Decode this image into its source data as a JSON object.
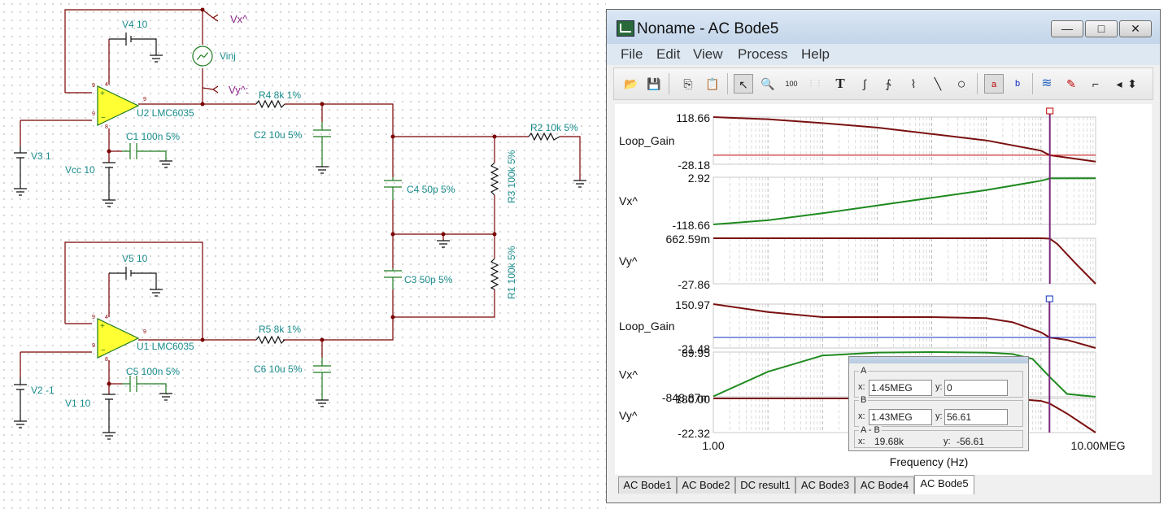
{
  "schematic": {
    "components": {
      "v4": "V4 10",
      "vinj": "Vinj",
      "vx_probe": "Vx^",
      "vy_probe": "Vy^:",
      "u2": "U2 LMC6035",
      "r4": "R4 8k 1%",
      "c1": "C1 100n 5%",
      "c2": "C2 10u 5%",
      "v3": "V3 1",
      "vcc": "Vcc 10",
      "c4": "C4 50p 5%",
      "r3": "R3 100k 5%",
      "r2": "R2 10k 5%",
      "v5": "V5 10",
      "u1": "U1 LMC6035",
      "r5": "R5 8k 1%",
      "c5": "C5 100n 5%",
      "c6": "C6 10u 5%",
      "v2": "V2 -1",
      "v1": "V1 10",
      "c3": "C3 50p 5%",
      "r1": "R1 100k 5%"
    },
    "pin_labels": {
      "p9": "9",
      "p4": "4",
      "p8": "8"
    }
  },
  "window": {
    "title": "Noname - AC Bode5",
    "controls": {
      "minimize": "—",
      "maximize": "□",
      "close": "✕"
    },
    "menu": [
      "File",
      "Edit",
      "View",
      "Process",
      "Help"
    ],
    "toolbar_icons": [
      "open-folder-icon",
      "save-disk-icon",
      "copy-icon",
      "paste-icon",
      "select-arrow-icon",
      "zoom-in-icon",
      "zoom-100-icon",
      "grid-icon",
      "text-tool-icon",
      "curve-tool-icon",
      "curve-tool-2-icon",
      "curve-tool-3-icon",
      "line-tool-icon",
      "circle-tool-icon",
      "cursor-a-icon",
      "cursor-b-icon",
      "waveform-icon",
      "probe-icon",
      "step-icon",
      "scroll-left-icon",
      "scroll-updown-icon"
    ],
    "toolbar_glyphs": {
      "open": "📂",
      "save": "💾",
      "copy": "⎘",
      "paste": "📋",
      "select": "↖",
      "zoomin": "🔍",
      "zoom100": "100",
      "grid": "⋮⋮",
      "text": "T",
      "curve1": "∫",
      "curve2": "∱",
      "curve3": "⌇",
      "line": "╲",
      "circle": "○",
      "ca": "a",
      "cb": "b",
      "wave": "≋",
      "probe": "✎",
      "step": "⌐",
      "left": "◂",
      "updown": "⬍"
    }
  },
  "chart_data": [
    {
      "type": "line",
      "title": "",
      "xlabel": "Frequency (Hz)",
      "ylabel": "",
      "x_scale": "log",
      "xlim": [
        1,
        10000000
      ],
      "x_tick_labels": [
        "1.00",
        "10.00MEG"
      ],
      "grid": true,
      "panels": [
        {
          "name": "Loop_Gain",
          "ymax_label": "118.66",
          "ymin_label": "-28.18",
          "ylim": [
            -28.18,
            118.66
          ],
          "color": "#7a1010",
          "x": [
            1,
            10,
            100,
            1000,
            10000,
            100000,
            1000000,
            1450000,
            10000000
          ],
          "y": [
            118.66,
            112,
            100,
            86,
            66,
            46,
            14,
            0,
            -20
          ]
        },
        {
          "name": "Vx^",
          "ymax_label": "2.92",
          "ymin_label": "-118.66",
          "ylim": [
            -118.66,
            2.92
          ],
          "color": "#1f8a1f",
          "x": [
            1,
            10,
            100,
            1000,
            10000,
            100000,
            1000000,
            1450000,
            10000000
          ],
          "y": [
            -118.66,
            -108,
            -90,
            -70,
            -50,
            -30,
            -6,
            0,
            0.5
          ]
        },
        {
          "name": "Vy^",
          "ymax_label": "662.59m",
          "ymin_label": "-27.86",
          "ylim": [
            -27.86,
            0.66259
          ],
          "color": "#7a1010",
          "x": [
            1,
            10000,
            1000000,
            1450000,
            2000000,
            4000000,
            10000000
          ],
          "y": [
            0.66259,
            0.66259,
            0.66,
            0.4,
            -3,
            -14,
            -27.86
          ]
        },
        {
          "name": "Loop_Gain",
          "ymax_label": "150.97",
          "ymin_label": "-21.48",
          "ylim": [
            -21.48,
            150.97
          ],
          "color": "#7a1010",
          "x": [
            1,
            10,
            100,
            1000,
            10000,
            100000,
            300000,
            1000000,
            1430000,
            3000000,
            10000000
          ],
          "y": [
            150.97,
            120,
            100,
            100,
            100,
            96,
            80,
            40,
            20,
            10,
            -21.48
          ]
        },
        {
          "name": "Vx^",
          "ymax_label": "89.95",
          "ymin_label": "-848.87m",
          "ylim": [
            -0.84887,
            89.95
          ],
          "color": "#1f8a1f",
          "x": [
            1,
            10,
            100,
            1000,
            10000,
            100000,
            300000,
            700000,
            1430000,
            3000000,
            10000000
          ],
          "y": [
            0,
            50,
            83,
            89,
            89.95,
            89,
            86,
            76,
            40,
            5,
            -0.84887
          ]
        },
        {
          "name": "Vy^",
          "ymax_label": "180.00",
          "ymin_label": "-22.32",
          "ylim": [
            -22.32,
            180
          ],
          "color": "#7a1010",
          "x": [
            1,
            10000,
            300000,
            1000000,
            1430000,
            3000000,
            10000000
          ],
          "y": [
            180,
            180,
            178,
            165,
            150,
            90,
            -22.32
          ]
        }
      ],
      "cursor_a": {
        "x": 1450000,
        "y": 0
      },
      "cursor_b": {
        "x": 1430000,
        "y": 56.61
      }
    }
  ],
  "cursor_readout": {
    "a_label": "A",
    "a_x": "1.45MEG",
    "a_y": "0",
    "b_label": "B",
    "b_x": "1.43MEG",
    "b_y": "56.61",
    "diff_label": "A - B",
    "diff_x": "19.68k",
    "diff_y": "-56.61",
    "x_label": "x:",
    "y_label": "y:"
  },
  "tabs": [
    "AC Bode1",
    "AC Bode2",
    "DC result1",
    "AC Bode3",
    "AC Bode4",
    "AC Bode5"
  ],
  "active_tab": "AC Bode5"
}
